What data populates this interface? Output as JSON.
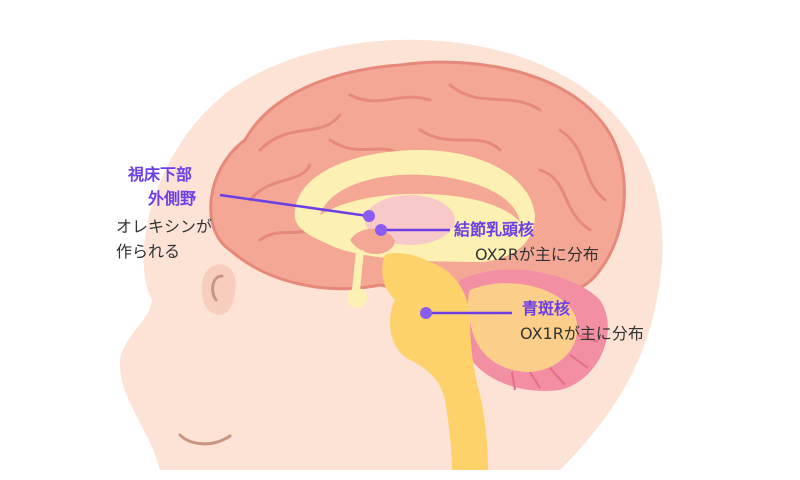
{
  "labels": {
    "hypothalamus_line1": "視床下部",
    "hypothalamus_line2": "外側野",
    "orexin_line1": "オレキシンが",
    "orexin_line2": "作られる",
    "tuberomammillary": "結節乳頭核",
    "ox2r": "OX2Rが主に分布",
    "locus_coeruleus": "青斑核",
    "ox1r": "OX1Rが主に分布"
  },
  "colors": {
    "accent": "#6d3fe6",
    "skin": "#fde3d6",
    "cortex": "#f5a796",
    "cortex_outline": "#e6897a",
    "brainstem": "#fdd26a",
    "cerebellum": "#f28fa3",
    "cerebellum_inner": "#fbcf8a",
    "white_matter": "#fdf0b3",
    "thalamus": "#f7c9c9"
  }
}
